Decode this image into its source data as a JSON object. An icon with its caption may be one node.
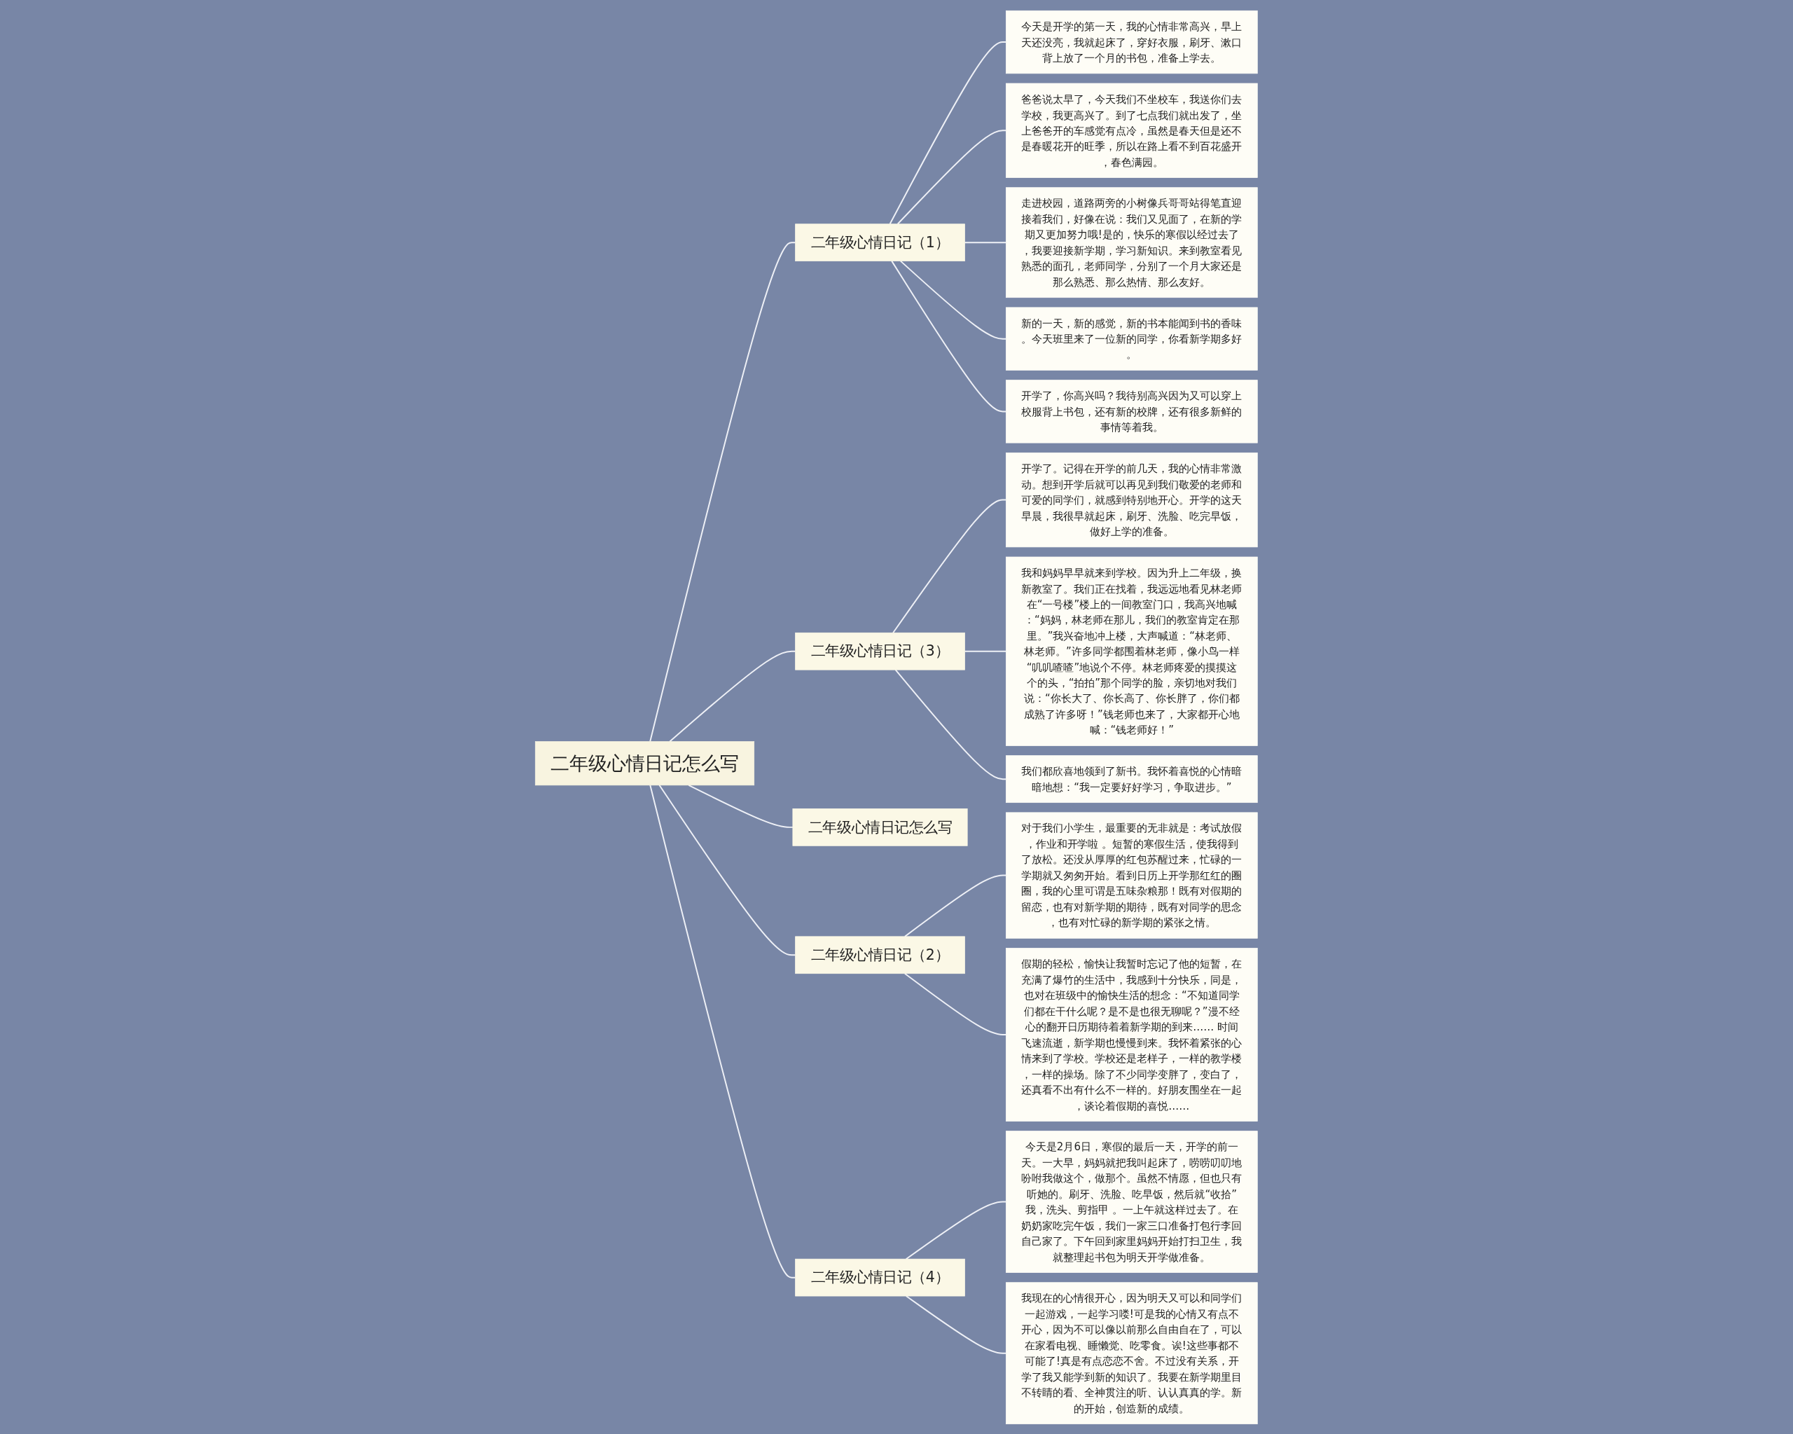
{
  "diagram": {
    "nodes": [
      {
        "text": [
          "二年级心情日记怎么写"
        ]
      },
      {
        "text": [
          "二年级心情日记（1）"
        ]
      },
      {
        "text": [
          "今天是开学的第一天，我的心情非常高兴，早上天还没亮，我就起床了，穿好衣服，刷牙、漱口背上放了一个月的书包，准备上学去。"
        ]
      },
      {
        "text": [
          "爸爸说太早了，今天我们不坐校车，我送你们去学校，我更高兴了。到了七点我们就出发了，坐上爸爸开的车感觉有点冷，虽然是春天但是还不是春暖花开的旺季，所以在路上看不到百花盛开，春色满园。"
        ]
      },
      {
        "text": [
          "走进校园，道路两旁的小树像兵哥哥站得笔直迎接着我们，好像在说：我们又见面了，在新的学期又更加努力哦!是的，快乐的寒假以经过去了，我要迎接新学期，学习新知识。来到教室看见熟悉的面孔，老师同学，分别了一个月大家还是那么熟悉、那么热情、那么友好。"
        ]
      },
      {
        "text": [
          "新的一天，新的感觉，新的书本能闻到书的香味。今天班里来了一位新的同学，你看新学期多好。"
        ]
      },
      {
        "text": [
          "开学了，你高兴吗？我待别高兴因为又可以穿上校服背上书包，还有新的校牌，还有很多新鲜的事情等着我。"
        ]
      },
      {
        "text": [
          "二年级心情日记（3）"
        ]
      },
      {
        "text": [
          "开学了。记得在开学的前几天，我的心情非常激动。想到开学后就可以再见到我们敬爱的老师和可爱的同学们，就感到特别地开心。开学的这天早晨，我很早就起床，刷牙、洗脸、吃完早饭，做好上学的准备。"
        ]
      },
      {
        "text": [
          "我和妈妈早早就来到学校。因为升上二年级，换新教室了。我们正在找着，我远远地看见林老师在“一号楼”楼上的一间教室门口，我高兴地喊：“妈妈，林老师在那儿，我们的教室肯定在那里。”我兴奋地冲上楼，大声喊道：“林老师、林老师。”许多同学都围着林老师，像小鸟一样“叽叽喳喳”地说个不停。林老师疼爱的摸摸这个的头，“拍拍”那个同学的脸，亲切地对我们说：“你长大了、你长高了、你长胖了，你们都成熟了许多呀！”钱老师也来了，大家都开心地喊：“钱老师好！”"
        ]
      },
      {
        "text": [
          "我们都欣喜地领到了新书。我怀着喜悦的心情暗暗地想：“我一定要好好学习，争取进步。”"
        ]
      },
      {
        "text": [
          "二年级心情日记怎么写"
        ]
      },
      {
        "text": [
          "二年级心情日记（2）"
        ]
      },
      {
        "text": [
          "对于我们小学生，最重要的无非就是：考试放假，作业和开学啦 。短暂的寒假生活，使我得到了放松。还没从厚厚的红包苏醒过来，忙碌的一学期就又匆匆开始。看到日历上开学那红红的圈圈，我的心里可谓是五味杂粮那！既有对假期的留恋，也有对新学期的期待，既有对同学的思念，也有对忙碌的新学期的紧张之情。"
        ]
      },
      {
        "text": [
          "假期的轻松，愉快让我暂时忘记了他的短暂，在充满了爆竹的生活中，我感到十分快乐，同是，也对在班级中的愉快生活的想念：“不知道同学们都在干什么呢？是不是也很无聊呢？”漫不经心的翻开日历期待着着新学期的到来…… 时间飞速流逝，新学期也慢慢到来。我怀着紧张的心情来到了学校。学校还是老样子，一样的教学楼，一样的操场。除了不少同学变胖了，变白了，还真看不出有什么不一样的。好朋友围坐在一起，谈论着假期的喜悦……"
        ]
      },
      {
        "text": [
          "二年级心情日记（4）"
        ]
      },
      {
        "text": [
          "今天是2月6日，寒假的最后一天，开学的前一天。一大早，妈妈就把我叫起床了，唠唠叨叨地吩咐我做这个，做那个。虽然不情愿，但也只有听她的。刷牙、洗脸、吃早饭，然后就“收拾”我，洗头、剪指甲 。一上午就这样过去了。在奶奶家吃完午饭，我们一家三口准备打包行李回自己家了。下午回到家里妈妈开始打扫卫生，我就整理起书包为明天开学做准备。"
        ]
      },
      {
        "text": [
          "我现在的心情很开心，因为明天又可以和同学们一起游戏，一起学习喽!可是我的心情又有点不开心，因为不可以像以前那么自由自在了，可以在家看电视、睡懒觉、吃零食。诶!这些事都不可能了!真是有点恋恋不舍。不过没有关系，开学了我又能学到新的知识了。我要在新学期里目不转睛的看、全神贯注的听、认认真真的学。新的开始，创造新的成绩。"
        ]
      }
    ],
    "edges": [
      {
        "from": 0,
        "to": 1,
        "arrow": "none"
      },
      {
        "from": 1,
        "to": 2,
        "arrow": "none"
      },
      {
        "from": 1,
        "to": 3,
        "arrow": "none"
      },
      {
        "from": 1,
        "to": 4,
        "arrow": "none"
      },
      {
        "from": 1,
        "to": 5,
        "arrow": "none"
      },
      {
        "from": 1,
        "to": 6,
        "arrow": "none"
      },
      {
        "from": 0,
        "to": 7,
        "arrow": "none"
      },
      {
        "from": 7,
        "to": 8,
        "arrow": "none"
      },
      {
        "from": 7,
        "to": 9,
        "arrow": "none"
      },
      {
        "from": 7,
        "to": 10,
        "arrow": "none"
      },
      {
        "from": 0,
        "to": 11,
        "arrow": "none"
      },
      {
        "from": 0,
        "to": 12,
        "arrow": "none"
      },
      {
        "from": 12,
        "to": 13,
        "arrow": "none"
      },
      {
        "from": 12,
        "to": 14,
        "arrow": "none"
      },
      {
        "from": 0,
        "to": 15,
        "arrow": "none"
      },
      {
        "from": 15,
        "to": 16,
        "arrow": "none"
      },
      {
        "from": 15,
        "to": 17,
        "arrow": "none"
      }
    ]
  }
}
